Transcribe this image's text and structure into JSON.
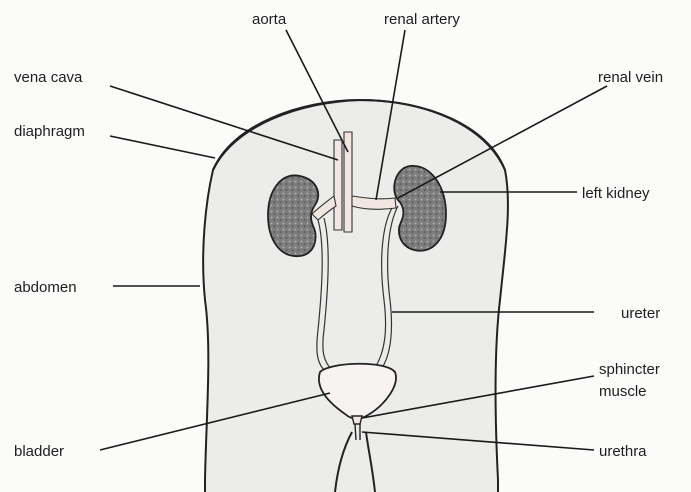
{
  "colors": {
    "background": "#fbfbfa",
    "body": "#ececea",
    "kidney": "#8a8a8a",
    "vessel": "#f1e6e2",
    "ink": "#1e1e1e"
  },
  "labels": {
    "aorta": "aorta",
    "renal_artery": "renal artery",
    "vena_cava": "vena cava",
    "renal_vein": "renal vein",
    "diaphragm": "diaphragm",
    "left_kidney": "left kidney",
    "abdomen": "abdomen",
    "ureter": "ureter",
    "sphincter_line1": "sphincter",
    "sphincter_line2": "muscle",
    "bladder": "bladder",
    "urethra": "urethra"
  }
}
